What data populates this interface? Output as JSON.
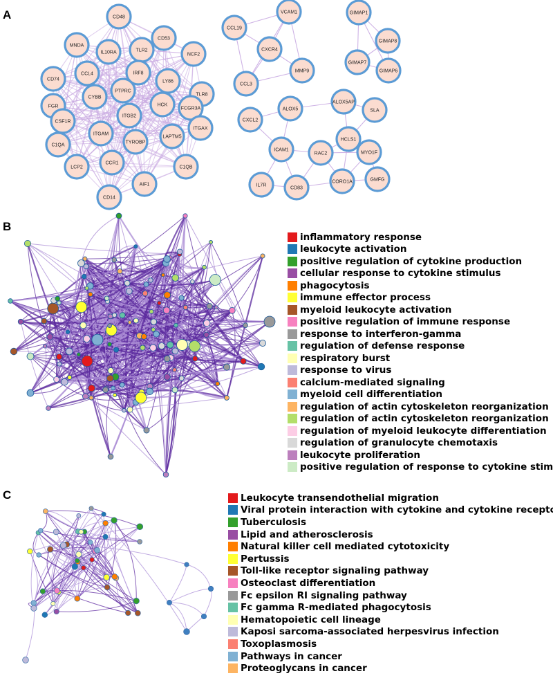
{
  "panels": {
    "A": {
      "label": "A"
    },
    "B": {
      "label": "B"
    },
    "C": {
      "label": "C"
    }
  },
  "panel_a": {
    "node_fill": "#fbdcd0",
    "node_stroke": "#5b9bd5",
    "edge_color": "#c6a6e0",
    "clusters": [
      {
        "nodes": [
          "CD48",
          "MNDA",
          "IL10RA",
          "TLR2",
          "CD53",
          "NCF2",
          "CD74",
          "CCL4",
          "IRF8",
          "LY86",
          "TLR8",
          "FGR",
          "CYBB",
          "PTPRC",
          "HCK",
          "CSF1R",
          "ITGB2",
          "FCGR3A",
          "ITGAX",
          "C1QA",
          "ITGAM",
          "TYROBP",
          "LAPTM5",
          "LCP2",
          "CCR1",
          "C1QB",
          "CD14",
          "AIF1"
        ]
      },
      {
        "nodes": [
          "VCAM1",
          "CCL19",
          "CXCR4",
          "MMP9",
          "CCL3"
        ]
      },
      {
        "nodes": [
          "GIMAP1",
          "GIMAP8",
          "GIMAP7",
          "GIMAP6"
        ]
      },
      {
        "nodes": [
          "ALOX5AP",
          "ALOX5",
          "SLA",
          "CXCL2",
          "HCLS1",
          "ICAM1",
          "RAC2",
          "MYO1F",
          "IL7R",
          "CD83",
          "CORO1A",
          "GMFG"
        ]
      }
    ]
  },
  "panel_b": {
    "legend": [
      {
        "label": "inflammatory response",
        "color": "#e31a1c"
      },
      {
        "label": "leukocyte activation",
        "color": "#1f78b4"
      },
      {
        "label": "positive regulation of cytokine production",
        "color": "#33a02c"
      },
      {
        "label": "cellular response to cytokine stimulus",
        "color": "#984ea3"
      },
      {
        "label": "phagocytosis",
        "color": "#ff7f00"
      },
      {
        "label": "immune effector process",
        "color": "#ffff33"
      },
      {
        "label": "myeloid leukocyte activation",
        "color": "#a65628"
      },
      {
        "label": "positive regulation of immune response",
        "color": "#f781bf"
      },
      {
        "label": "response to interferon-gamma",
        "color": "#999999"
      },
      {
        "label": "regulation of defense response",
        "color": "#66c2a5"
      },
      {
        "label": "respiratory burst",
        "color": "#ffffb3"
      },
      {
        "label": "response to virus",
        "color": "#bebada"
      },
      {
        "label": "calcium-mediated signaling",
        "color": "#fb8072"
      },
      {
        "label": "myeloid cell differentiation",
        "color": "#80b1d3"
      },
      {
        "label": "regulation of actin cytoskeleton reorganization",
        "color": "#fdb462"
      },
      {
        "label": "regulation of actin cytoskeleton reorganization",
        "color": "#b3de69"
      },
      {
        "label": "regulation of myeloid leukocyte differentiation",
        "color": "#fccde5"
      },
      {
        "label": "regulation of granulocyte chemotaxis",
        "color": "#d9d9d9"
      },
      {
        "label": "leukocyte proliferation",
        "color": "#bc80bd"
      },
      {
        "label": "positive regulation of response to cytokine stimulus",
        "color": "#ccebc5"
      }
    ]
  },
  "panel_c": {
    "legend": [
      {
        "label": "Leukocyte transendothelial migration",
        "color": "#e31a1c"
      },
      {
        "label": "Viral protein interaction with cytokine and cytokine receptor",
        "color": "#1f78b4"
      },
      {
        "label": "Tuberculosis",
        "color": "#33a02c"
      },
      {
        "label": "Lipid and atherosclerosis",
        "color": "#984ea3"
      },
      {
        "label": "Natural killer cell mediated cytotoxicity",
        "color": "#ff7f00"
      },
      {
        "label": "Pertussis",
        "color": "#ffff33"
      },
      {
        "label": "Toll-like receptor signaling pathway",
        "color": "#a65628"
      },
      {
        "label": "Osteoclast differentiation",
        "color": "#f781bf"
      },
      {
        "label": "Fc epsilon RI signaling pathway",
        "color": "#999999"
      },
      {
        "label": "Fc gamma R-mediated phagocytosis",
        "color": "#66c2a5"
      },
      {
        "label": "Hematopoietic cell lineage",
        "color": "#ffffb3"
      },
      {
        "label": "Kaposi sarcoma-associated herpesvirus infection",
        "color": "#bebada"
      },
      {
        "label": "Toxoplasmosis",
        "color": "#fb8072"
      },
      {
        "label": "Pathways in cancer",
        "color": "#80b1d3"
      },
      {
        "label": "Proteoglycans in cancer",
        "color": "#fdb462"
      }
    ]
  }
}
